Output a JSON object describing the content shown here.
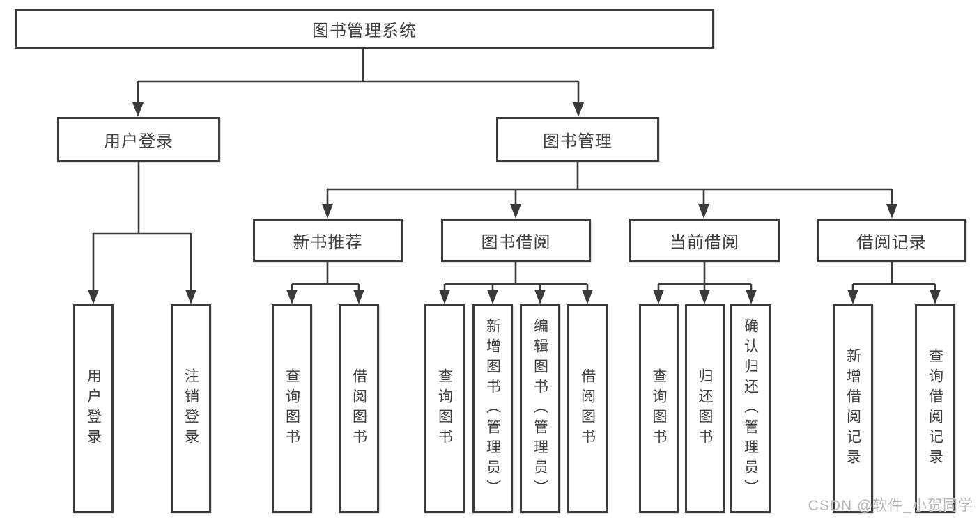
{
  "diagram_title": "图书管理系统",
  "nodes": {
    "root": "图书管理系统",
    "user_login": "用户登录",
    "book_management": "图书管理",
    "new_book_recommend": "新书推荐",
    "book_borrow": "图书借阅",
    "current_borrow": "当前借阅",
    "borrow_records": "借阅记录",
    "leaf_user_login": "用户登录",
    "leaf_logout": "注销登录",
    "leaf_nbr_query": "查询图书",
    "leaf_nbr_borrow": "借阅图书",
    "leaf_bb_query": "查询图书",
    "leaf_bb_add": "新增图书（管理员）",
    "leaf_bb_edit": "编辑图书（管理员）",
    "leaf_bb_borrow": "借阅图书",
    "leaf_cb_query": "查询图书",
    "leaf_cb_return": "归还图书",
    "leaf_cb_confirm": "确认归还（管理员）",
    "leaf_br_add": "新增借阅记录",
    "leaf_br_query": "查询借阅记录"
  },
  "watermark": {
    "text": "CSDN @软件_小贺同学",
    "color": "#b5b5b5"
  },
  "colors": {
    "border": "#3a3a3a",
    "text": "#3d3d3d",
    "background": "#ffffff"
  }
}
